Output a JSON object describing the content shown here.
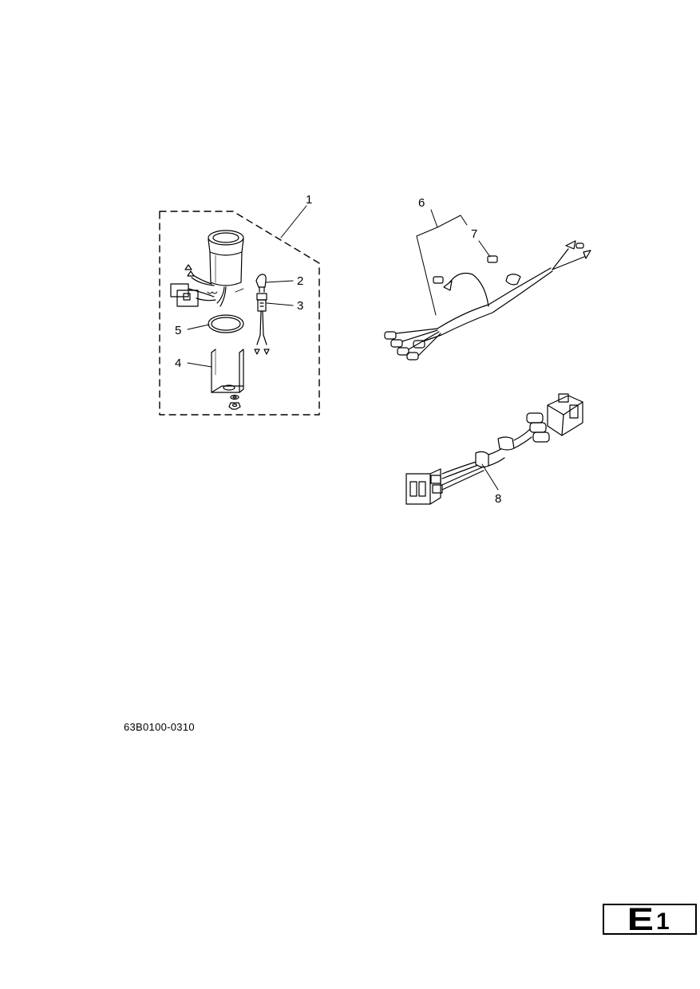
{
  "callouts": {
    "c1": "1",
    "c2": "2",
    "c3": "3",
    "c4": "4",
    "c5": "5",
    "c6": "6",
    "c7": "7",
    "c8": "8"
  },
  "drawing_code": "63B0100-0310",
  "page_label": {
    "letter": "E",
    "number": "1"
  }
}
